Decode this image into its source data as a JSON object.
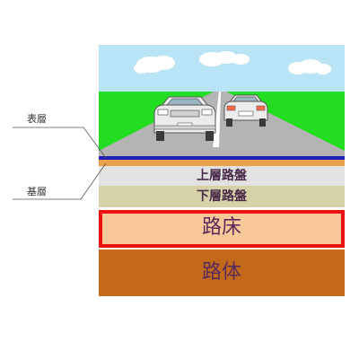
{
  "callouts": {
    "surface": "表層",
    "binder": "基層"
  },
  "layers": {
    "upper_base": "上層路盤",
    "lower_base": "下層路盤",
    "roadbed": "路床",
    "subgrade": "路体"
  },
  "colors": {
    "sky": "#b8e4f5",
    "grass": "#22dd22",
    "road": "#b4b4b4",
    "center_line": "#ffffff",
    "surface_layer": "#1f1fb8",
    "binder_layer": "#e8a04a",
    "upper_base": "#e2e2e2",
    "lower_base": "#d6d2a8",
    "roadbed": "#f8c89a",
    "roadbed_border": "#ee1111",
    "subgrade": "#c26a1a"
  }
}
